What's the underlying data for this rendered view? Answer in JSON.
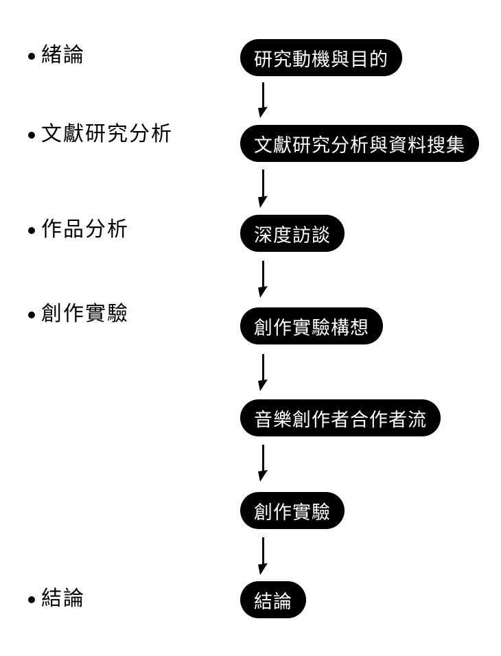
{
  "outline": {
    "items": [
      {
        "label": "緒論"
      },
      {
        "label": "文獻研究分析"
      },
      {
        "label": "作品分析"
      },
      {
        "label": "創作實驗"
      },
      {
        "label": "結論"
      }
    ]
  },
  "flow": {
    "steps": [
      {
        "label": "研究動機與目的"
      },
      {
        "label": "文獻研究分析與資料搜集"
      },
      {
        "label": "深度訪談"
      },
      {
        "label": "創作實驗構想"
      },
      {
        "label": "音樂創作者合作者流"
      },
      {
        "label": "創作實驗"
      },
      {
        "label": "結論"
      }
    ],
    "connector_count": 6
  },
  "colors": {
    "background": "#ffffff",
    "node_bg": "#000000",
    "node_text": "#ffffff",
    "outline_text": "#000000",
    "arrow": "#000000"
  }
}
